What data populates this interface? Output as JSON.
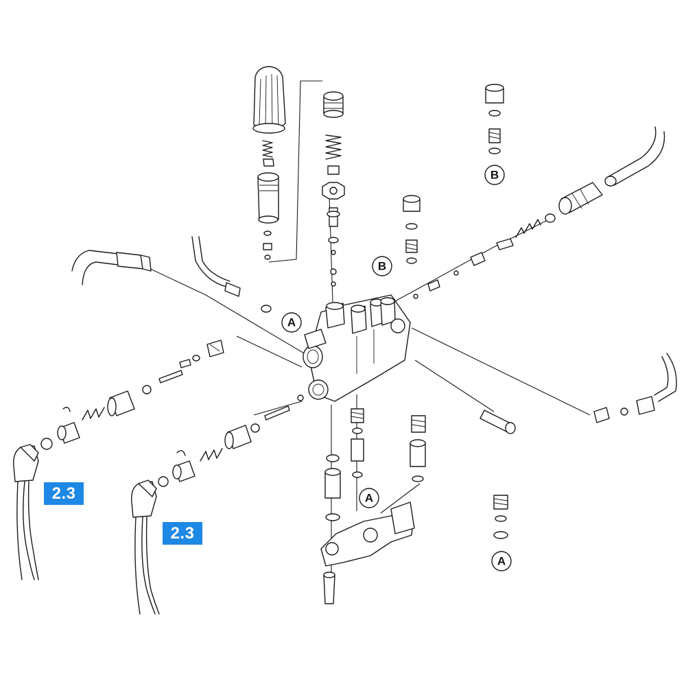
{
  "colors": {
    "badge_bg": "#1e88e5",
    "badge_text": "#ffffff",
    "line": "#1a1a1a"
  },
  "callouts": {
    "a1": "A",
    "a2": "A",
    "a3": "A",
    "b1": "B",
    "b2": "B"
  },
  "badges": [
    {
      "label": "2.3"
    },
    {
      "label": "2.3"
    }
  ]
}
